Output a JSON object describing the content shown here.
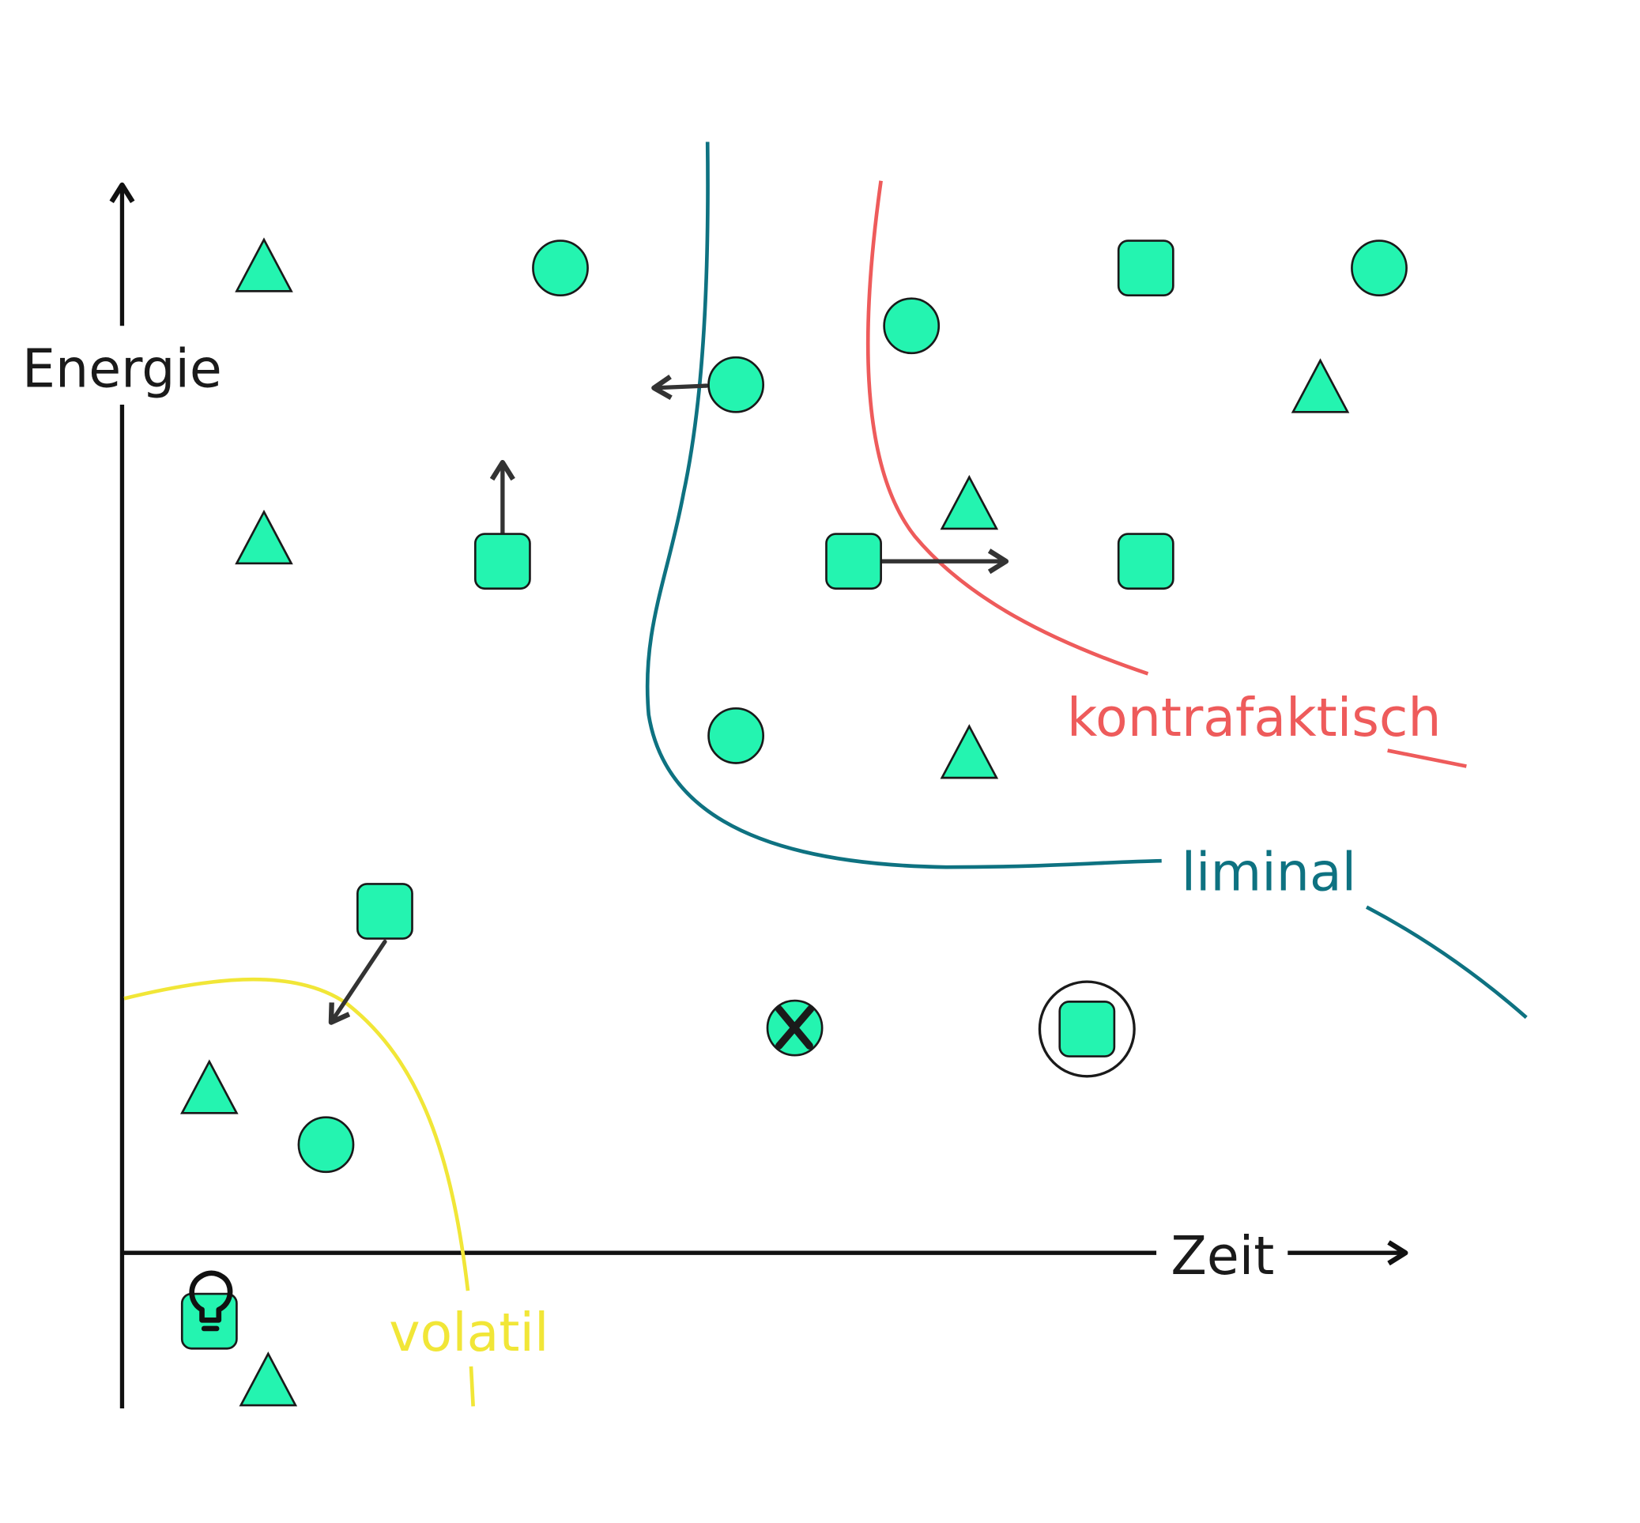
{
  "axes": {
    "y_label": "Energie",
    "x_label": "Zeit"
  },
  "regions": {
    "liminal": {
      "label": "liminal",
      "color": "#0e7281"
    },
    "kontrafaktisch": {
      "label": "kontrafaktisch",
      "color": "#ee5b5b"
    },
    "volatil": {
      "label": "volatil",
      "color": "#f1e637"
    }
  },
  "colors": {
    "shape_fill": "#24f4b0",
    "outline": "#1a1a1a",
    "arrow": "#333333"
  },
  "icons": [
    "lightbulb-icon",
    "x-mark-icon",
    "ring-highlight"
  ]
}
